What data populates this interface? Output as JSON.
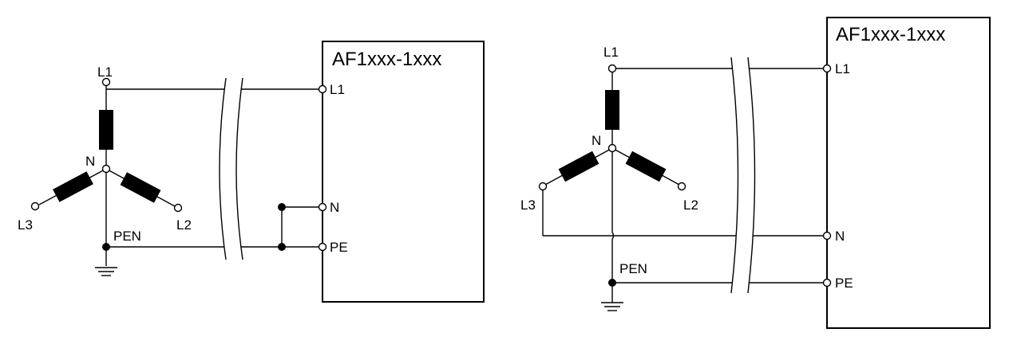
{
  "left_diagram": {
    "device_label": "AF1xxx-1xxx",
    "source_labels": {
      "l1": "L1",
      "l2": "L2",
      "l3": "L3",
      "n": "N",
      "pen": "PEN"
    },
    "terminal_labels": {
      "l1": "L1",
      "n": "N",
      "pe": "PE"
    }
  },
  "right_diagram": {
    "device_label": "AF1xxx-1xxx",
    "source_labels": {
      "l1": "L1",
      "l2": "L2",
      "l3": "L3",
      "n": "N",
      "pen": "PEN"
    },
    "terminal_labels": {
      "l1": "L1",
      "n": "N",
      "pe": "PE"
    }
  }
}
